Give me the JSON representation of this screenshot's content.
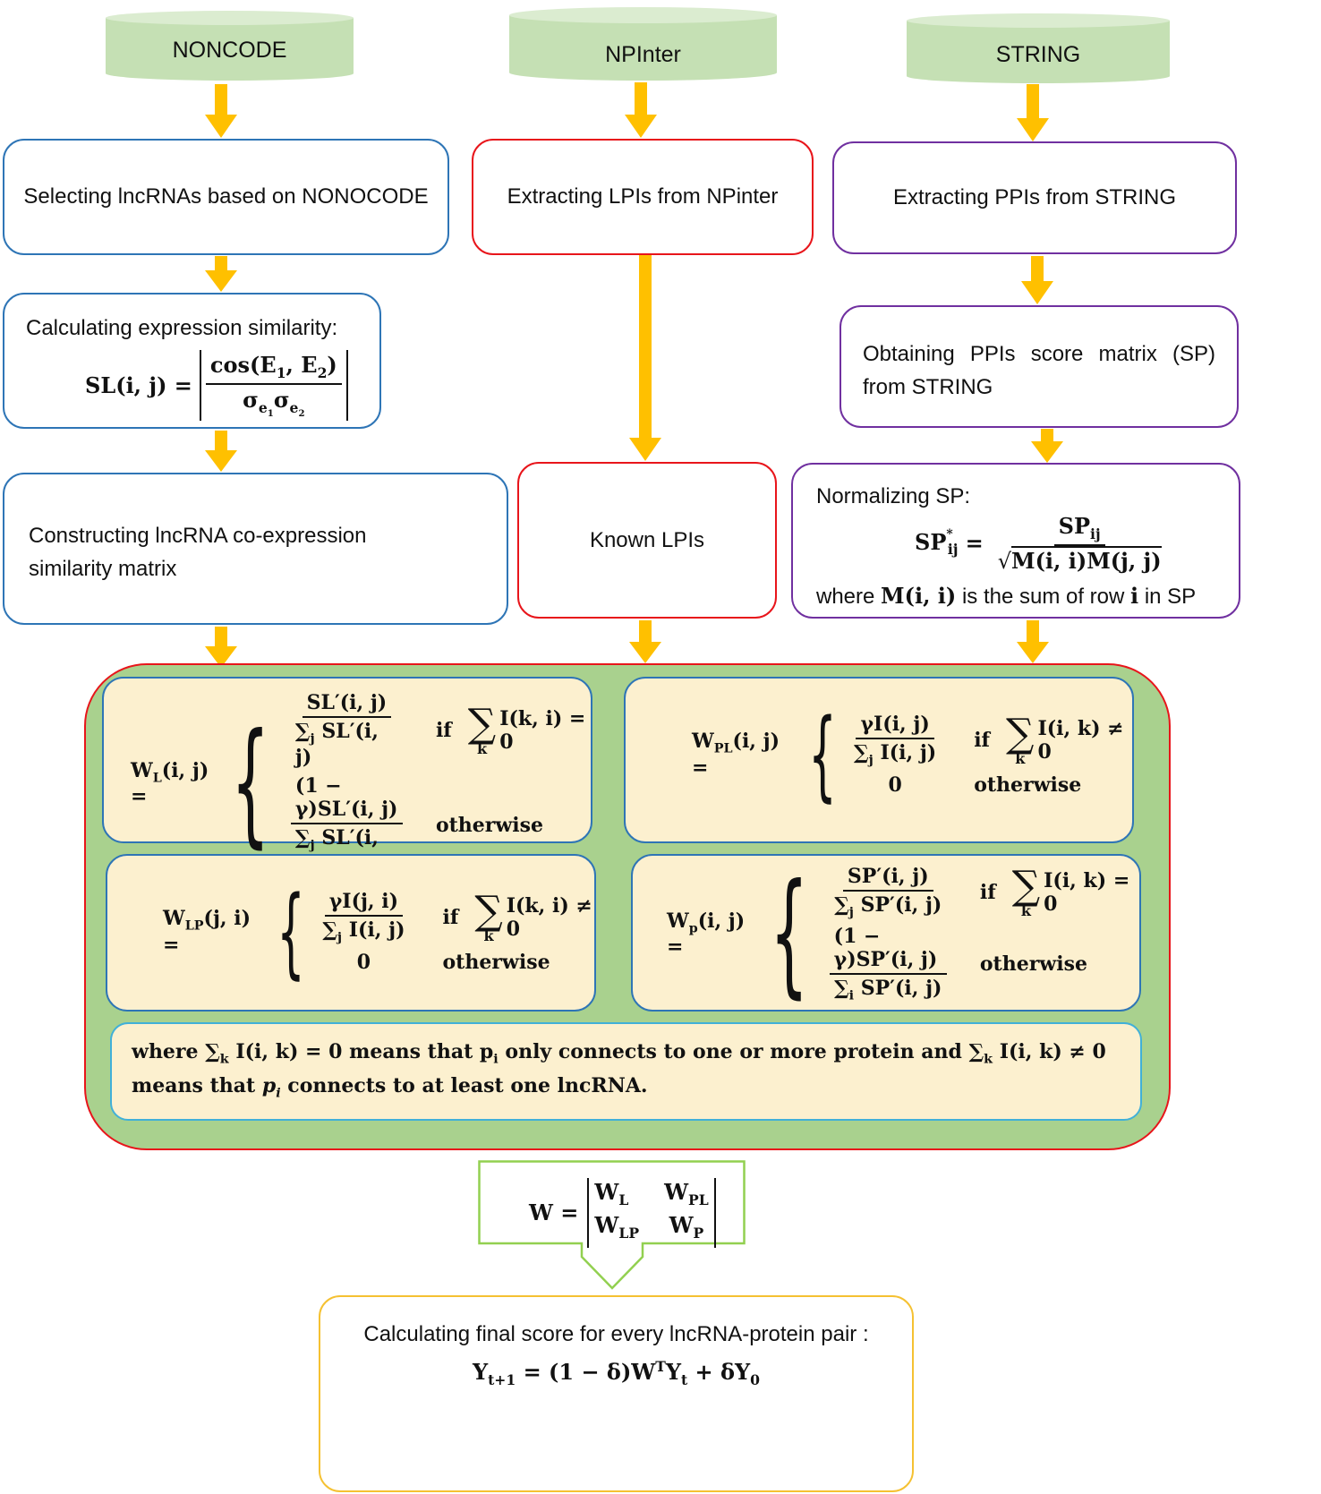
{
  "databases": {
    "noncode": "NONCODE",
    "npinter": "NPInter",
    "string": "STRING"
  },
  "steps": {
    "select_lnc": "Selecting lncRNAs based on NONOCODE",
    "extract_lpi": "Extracting LPIs from NPinter",
    "extract_ppi": "Extracting PPIs from STRING",
    "calc_expr": "Calculating expression similarity:",
    "obtain_sp": "Obtaining  PPIs  score  matrix  (SP) from STRING",
    "construct_matrix": "Constructing lncRNA co-expression similarity matrix",
    "known_lpi": "Known LPIs",
    "normalize_sp": "Normalizing SP:",
    "normalize_where_a": "where ",
    "normalize_where_b": " is the sum of row ",
    "normalize_where_c": " in SP",
    "final": "Calculating final score for every lncRNA-protein pair :"
  },
  "formulas": {
    "sl_lhs": "SL(i, j) =",
    "sl_num": "cos(E",
    "sp_lhs": "SP",
    "m_ii": "M(i, i)",
    "row_i": "i",
    "if": "if",
    "otherwise": "otherwise",
    "zero": "0"
  },
  "note": {
    "line1_a": "where ",
    "line1_b": "I(i, k) = 0  means that ",
    "line1_c": " only connects to one or more protein and ",
    "line1_d": "I(i, k) ≠ 0",
    "line2_a": "means that ",
    "line2_b": " connects to at least one lncRNA."
  },
  "colors": {
    "arrow": "#ffc000",
    "db_fill": "#c5e0b4",
    "panel_fill": "#a9d18e",
    "cell_fill": "#fcf0cf",
    "blue": "#2e75b6",
    "red": "#e8151b",
    "purple": "#7030a0",
    "green": "#92d050",
    "gold": "#f5c132"
  }
}
